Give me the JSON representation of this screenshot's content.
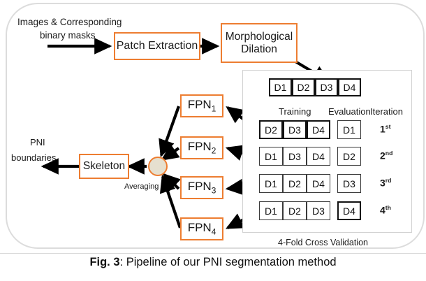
{
  "figure": {
    "caption_prefix": "Fig. 3",
    "caption_text": ": Pipeline of our PNI segmentation method"
  },
  "inputs": {
    "line1": "Images & Corresponding",
    "line2": "binary masks"
  },
  "outputs": {
    "line1": "PNI",
    "line2": "boundaries"
  },
  "pipeline": {
    "patch_extraction": "Patch Extraction",
    "morphological_dilation_line1": "Morphological",
    "morphological_dilation_line2": "Dilation",
    "skeleton": "Skeleton",
    "averaging": "Averaging"
  },
  "models": [
    {
      "name": "FPN",
      "index": "1"
    },
    {
      "name": "FPN",
      "index": "2"
    },
    {
      "name": "FPN",
      "index": "3"
    },
    {
      "name": "FPN",
      "index": "4"
    }
  ],
  "cross_validation": {
    "title": "4-Fold Cross Validation",
    "dataset_row": [
      "D1",
      "D2",
      "D3",
      "D4"
    ],
    "headers": {
      "training": "Training",
      "evaluation": "Evaluation",
      "iteration": "Iteration"
    },
    "folds": [
      {
        "training": [
          "D2",
          "D3",
          "D4"
        ],
        "evaluation": "D1",
        "iteration_num": "1",
        "iteration_suffix": "st"
      },
      {
        "training": [
          "D1",
          "D3",
          "D4"
        ],
        "evaluation": "D2",
        "iteration_num": "2",
        "iteration_suffix": "nd"
      },
      {
        "training": [
          "D1",
          "D2",
          "D4"
        ],
        "evaluation": "D3",
        "iteration_num": "3",
        "iteration_suffix": "rd"
      },
      {
        "training": [
          "D1",
          "D2",
          "D3"
        ],
        "evaluation": "D4",
        "iteration_num": "4",
        "iteration_suffix": "th"
      }
    ]
  },
  "colors": {
    "accent_orange": "#ED7D31",
    "frame_gray": "#dcdcdc",
    "panel_gray": "#d2d2d2",
    "circle_fill": "#e6e0cf",
    "arrow_black": "#000000"
  }
}
